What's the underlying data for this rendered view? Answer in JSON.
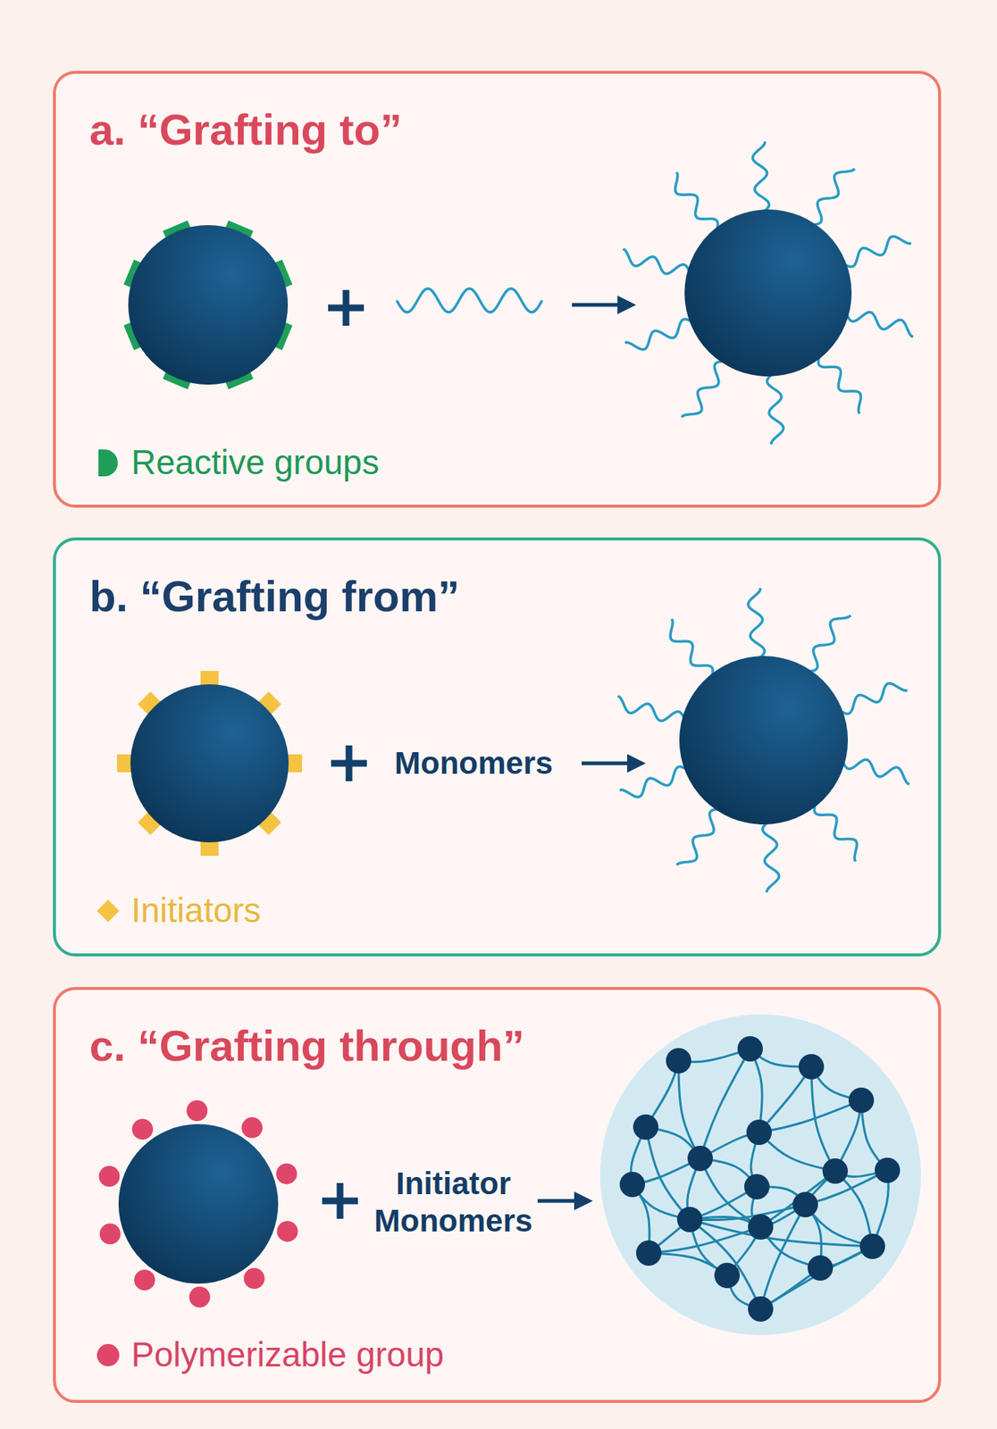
{
  "diagram": {
    "nodes": [
      {
        "text": [
          "a. “Grafting to”"
        ]
      },
      {
        "text": [
          "b. “Grafting from”"
        ]
      },
      {
        "text": [
          "c. “Grafting through”"
        ]
      }
    ],
    "labels": [
      "Monomers",
      "Initiator Monomers"
    ],
    "legend": [
      {
        "text": "Reactive groups",
        "color": "#1f9e5a"
      },
      {
        "text": "Initiators",
        "color": "#f5c242"
      },
      {
        "text": "Polymerizable group",
        "color": "#e0456a"
      }
    ]
  }
}
